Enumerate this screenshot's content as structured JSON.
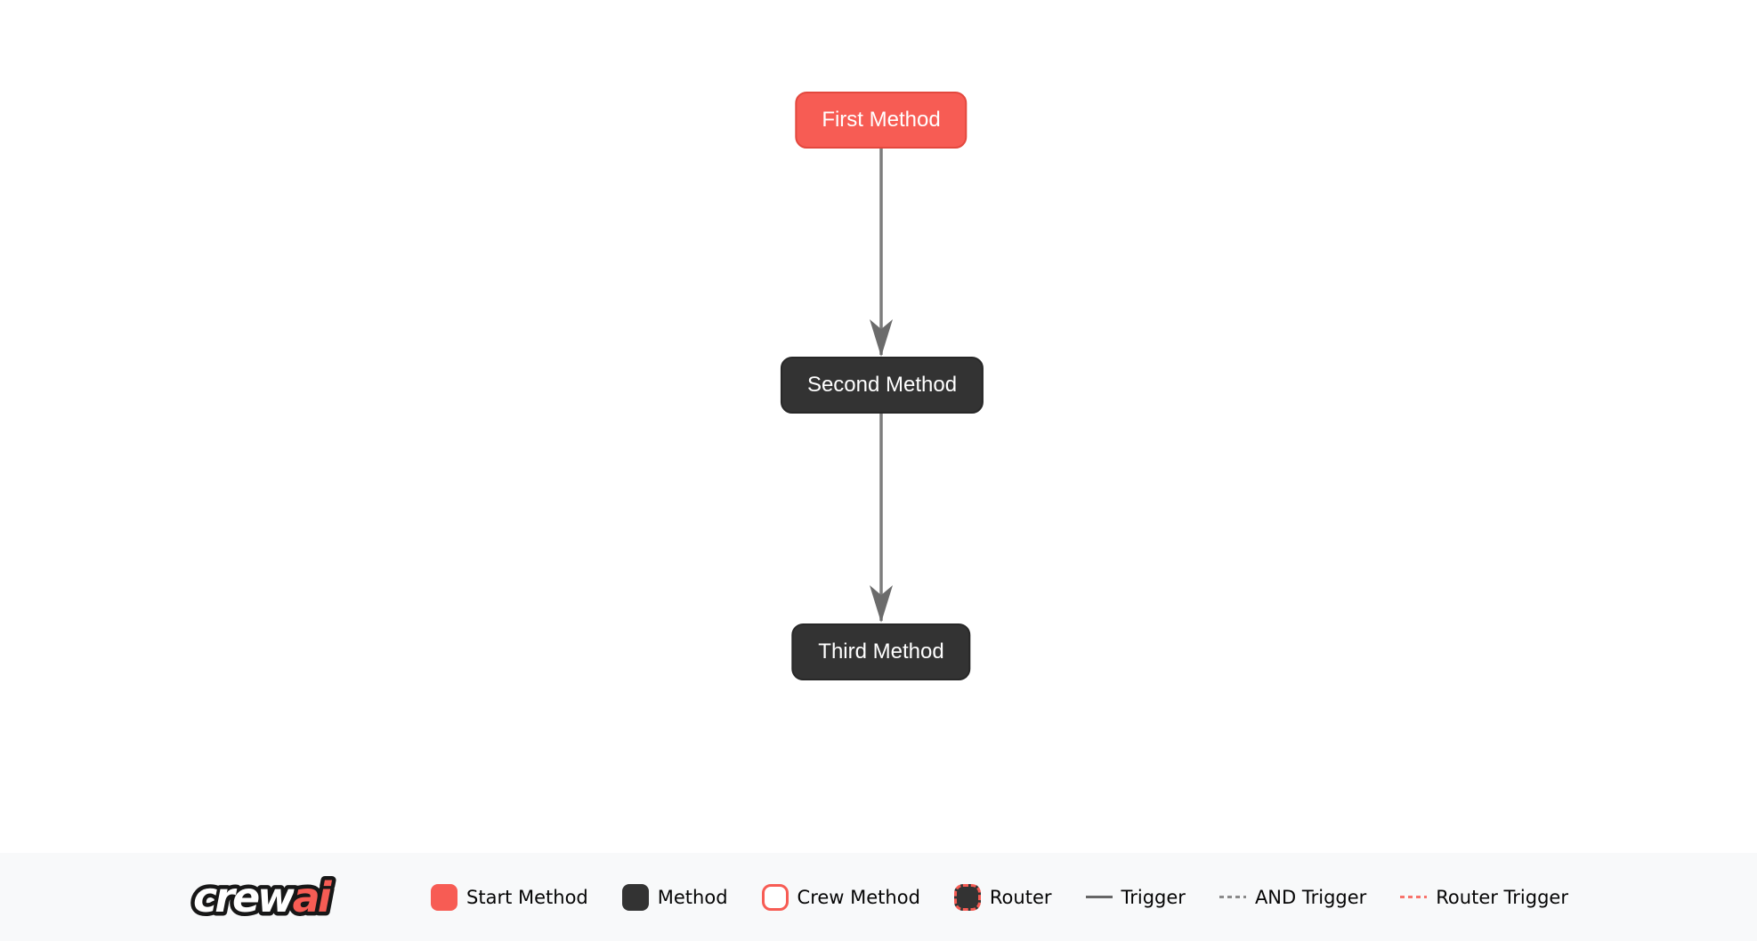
{
  "flow": {
    "nodes": [
      {
        "label": "First Method",
        "type": "start_method"
      },
      {
        "label": "Second Method",
        "type": "method"
      },
      {
        "label": "Third Method",
        "type": "method"
      }
    ],
    "edges": [
      {
        "from": "First Method",
        "to": "Second Method",
        "type": "trigger"
      },
      {
        "from": "Second Method",
        "to": "Third Method",
        "type": "trigger"
      }
    ]
  },
  "legend": {
    "brand": {
      "logo_primary": "crew",
      "logo_accent": "ai"
    },
    "items": [
      {
        "label": "Start Method",
        "swatch": "start-method-box"
      },
      {
        "label": "Method",
        "swatch": "method-box"
      },
      {
        "label": "Crew Method",
        "swatch": "crew-method-box"
      },
      {
        "label": "Router",
        "swatch": "router-box"
      },
      {
        "label": "Trigger",
        "swatch": "solid-line"
      },
      {
        "label": "AND Trigger",
        "swatch": "gray-dashed-line"
      },
      {
        "label": "Router Trigger",
        "swatch": "red-dashed-line"
      }
    ]
  },
  "colors": {
    "accent_red": "#f75c54",
    "accent_red_border": "#e3483e",
    "node_dark": "#333333",
    "edge_gray": "#7d7d7d",
    "arrowhead_gray": "#6b6b6b",
    "legend_background": "#f8f9fa",
    "canvas_background": "#ffffff",
    "legend_text": "#050505",
    "logo_outline": "#171717"
  }
}
